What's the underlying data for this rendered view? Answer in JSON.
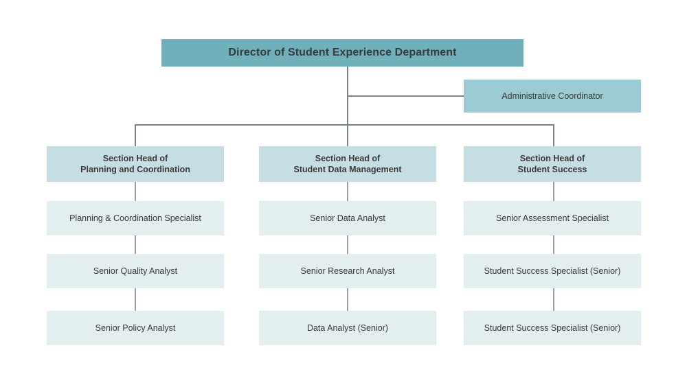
{
  "chart": {
    "title": "Director of Student Experience Department",
    "type": "organizational-chart"
  },
  "colors": {
    "director_bg": "#6fb0bb",
    "assistant_bg": "#9ccbd4",
    "section_head_bg": "#c5dee3",
    "staff_bg": "#e3eef0",
    "connector": "#7a8386",
    "connector_thin": "#96a0a3",
    "text": "#3a3a3a",
    "page_bg": "#ffffff"
  },
  "director": {
    "label": "Director of Student Experience Department"
  },
  "assistant": {
    "label": "Administrative Coordinator"
  },
  "columns": [
    {
      "head": "Section Head of\nPlanning and Coordination",
      "staff": [
        "Planning & Coordination Specialist",
        "Senior Quality Analyst",
        "Senior Policy Analyst"
      ]
    },
    {
      "head": "Section  Head of\nStudent Data Management",
      "staff": [
        "Senior Data Analyst",
        "Senior Research Analyst",
        "Data Analyst (Senior)"
      ]
    },
    {
      "head": "Section Head of\nStudent Success",
      "staff": [
        "Senior Assessment Specialist",
        "Student Success Specialist (Senior)",
        "Student Success Specialist (Senior)"
      ]
    }
  ]
}
